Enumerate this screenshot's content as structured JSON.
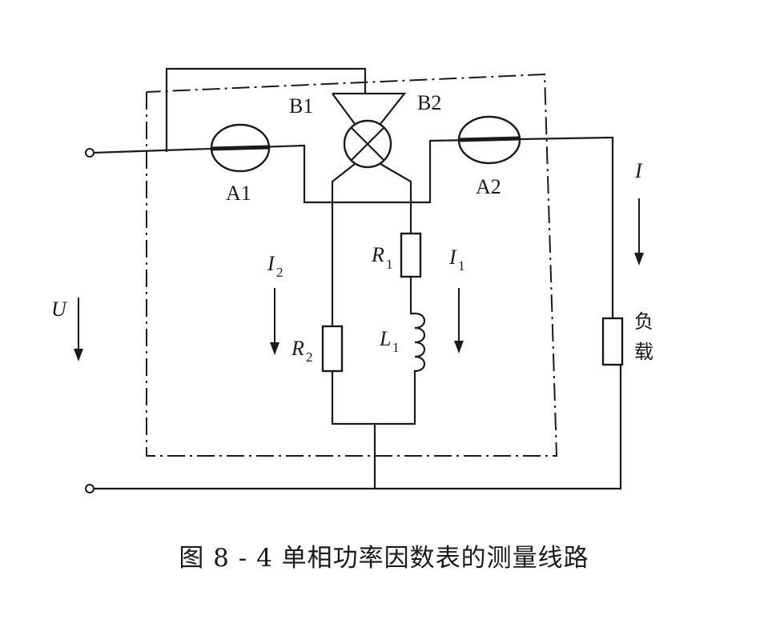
{
  "labels": {
    "a1": "A1",
    "a2": "A2",
    "b1": "B1",
    "b2": "B2",
    "voltage": "U",
    "current_total": "I",
    "current_1": "I",
    "current_1_sub": "1",
    "current_2": "I",
    "current_2_sub": "2",
    "r1": "R",
    "r1_sub": "1",
    "r2": "R",
    "r2_sub": "2",
    "l1": "L",
    "l1_sub": "1",
    "load_line1": "负",
    "load_line2": "载"
  },
  "caption": "图 8 - 4   单相功率因数表的测量线路"
}
